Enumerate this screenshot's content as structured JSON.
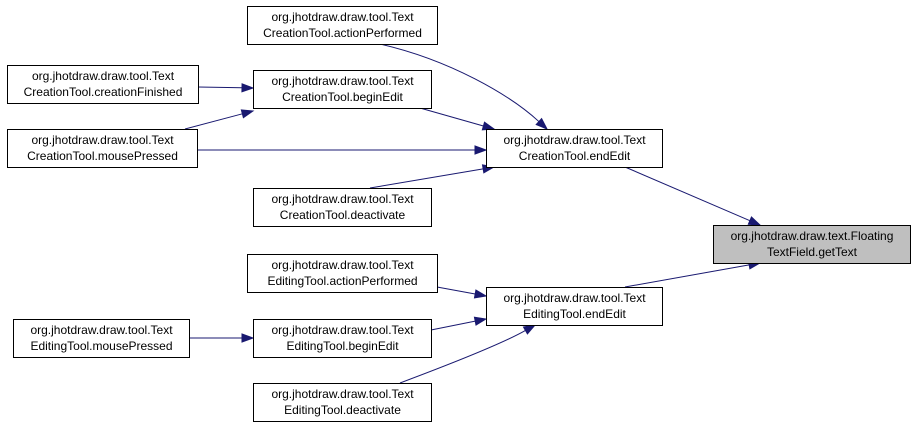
{
  "colors": {
    "edge": "#191970",
    "node_fill": "#ffffff",
    "focus_fill": "#bfbfbf",
    "border": "#000000"
  },
  "nodes": [
    {
      "id": "text_actionPerformed",
      "lines": [
        "org.jhotdraw.draw.tool.Text",
        "CreationTool.actionPerformed"
      ]
    },
    {
      "id": "text_creationFinished",
      "lines": [
        "org.jhotdraw.draw.tool.Text",
        "CreationTool.creationFinished"
      ]
    },
    {
      "id": "text_beginEdit",
      "lines": [
        "org.jhotdraw.draw.tool.Text",
        "CreationTool.beginEdit"
      ]
    },
    {
      "id": "text_mousePressed",
      "lines": [
        "org.jhotdraw.draw.tool.Text",
        "CreationTool.mousePressed"
      ]
    },
    {
      "id": "text_endEdit",
      "lines": [
        "org.jhotdraw.draw.tool.Text",
        "CreationTool.endEdit"
      ]
    },
    {
      "id": "text_deactivate",
      "lines": [
        "org.jhotdraw.draw.tool.Text",
        "CreationTool.deactivate"
      ]
    },
    {
      "id": "getText",
      "lines": [
        "org.jhotdraw.draw.text.Floating",
        "TextField.getText"
      ],
      "focus": true
    },
    {
      "id": "edit_actionPerformed",
      "lines": [
        "org.jhotdraw.draw.tool.Text",
        "EditingTool.actionPerformed"
      ]
    },
    {
      "id": "edit_endEdit",
      "lines": [
        "org.jhotdraw.draw.tool.Text",
        "EditingTool.endEdit"
      ]
    },
    {
      "id": "edit_mousePressed",
      "lines": [
        "org.jhotdraw.draw.tool.Text",
        "EditingTool.mousePressed"
      ]
    },
    {
      "id": "edit_beginEdit",
      "lines": [
        "org.jhotdraw.draw.tool.Text",
        "EditingTool.beginEdit"
      ]
    },
    {
      "id": "edit_deactivate",
      "lines": [
        "org.jhotdraw.draw.tool.Text",
        "EditingTool.deactivate"
      ]
    }
  ],
  "edges": [
    {
      "from": "text_actionPerformed",
      "to": "text_endEdit"
    },
    {
      "from": "text_creationFinished",
      "to": "text_beginEdit"
    },
    {
      "from": "text_mousePressed",
      "to": "text_beginEdit"
    },
    {
      "from": "text_mousePressed",
      "to": "text_endEdit"
    },
    {
      "from": "text_beginEdit",
      "to": "text_endEdit"
    },
    {
      "from": "text_deactivate",
      "to": "text_endEdit"
    },
    {
      "from": "text_endEdit",
      "to": "getText"
    },
    {
      "from": "edit_endEdit",
      "to": "getText"
    },
    {
      "from": "edit_actionPerformed",
      "to": "edit_endEdit"
    },
    {
      "from": "edit_beginEdit",
      "to": "edit_endEdit"
    },
    {
      "from": "edit_deactivate",
      "to": "edit_endEdit"
    },
    {
      "from": "edit_mousePressed",
      "to": "edit_beginEdit"
    }
  ]
}
